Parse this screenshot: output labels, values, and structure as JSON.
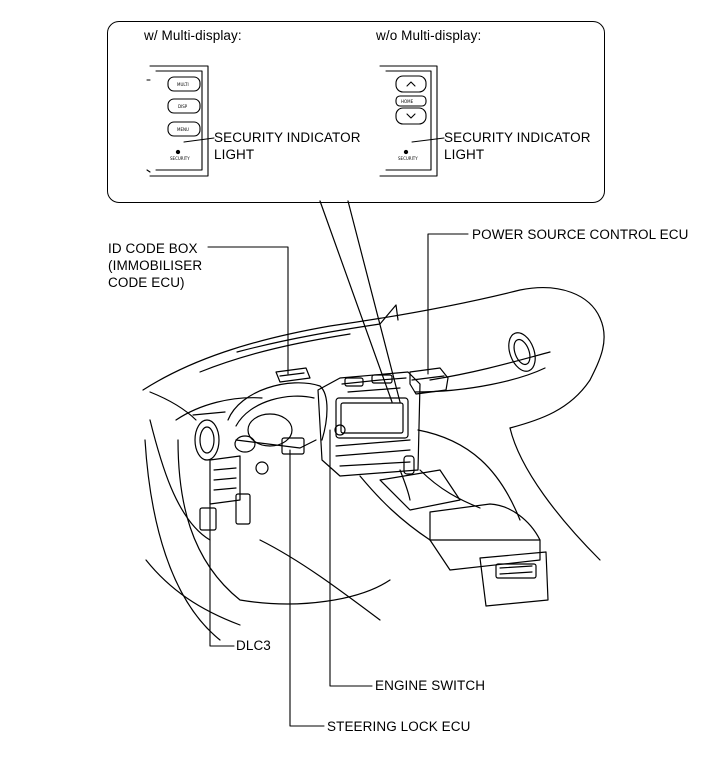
{
  "inset": {
    "left_heading": "w/ Multi-display:",
    "right_heading": "w/o Multi-display:",
    "left_indicator_label": "SECURITY INDICATOR\nLIGHT",
    "right_indicator_label": "SECURITY INDICATOR\nLIGHT",
    "left_buttons": [
      "MULTI",
      "DISP",
      "MENU",
      "SECURITY"
    ],
    "right_buttons": [
      "HOME",
      "SECURITY"
    ]
  },
  "callouts": {
    "id_code_box": "ID CODE BOX\n(IMMOBILISER\nCODE ECU)",
    "power_source_control_ecu": "POWER SOURCE CONTROL ECU",
    "dlc3": "DLC3",
    "engine_switch": "ENGINE SWITCH",
    "steering_lock_ecu": "STEERING LOCK ECU"
  }
}
